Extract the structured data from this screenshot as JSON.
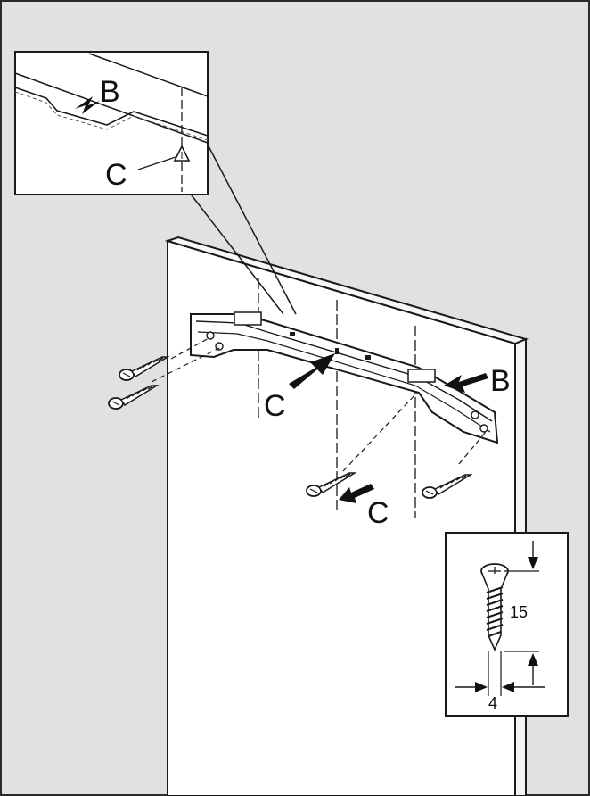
{
  "labels": {
    "b": "B",
    "c": "C"
  },
  "screw_spec": {
    "length": "15",
    "diameter": "4"
  },
  "colors": {
    "wall": "#e1e1e1",
    "panel": "#ffffff",
    "line": "#1a1a1a",
    "frame": "#2a2a2a"
  }
}
